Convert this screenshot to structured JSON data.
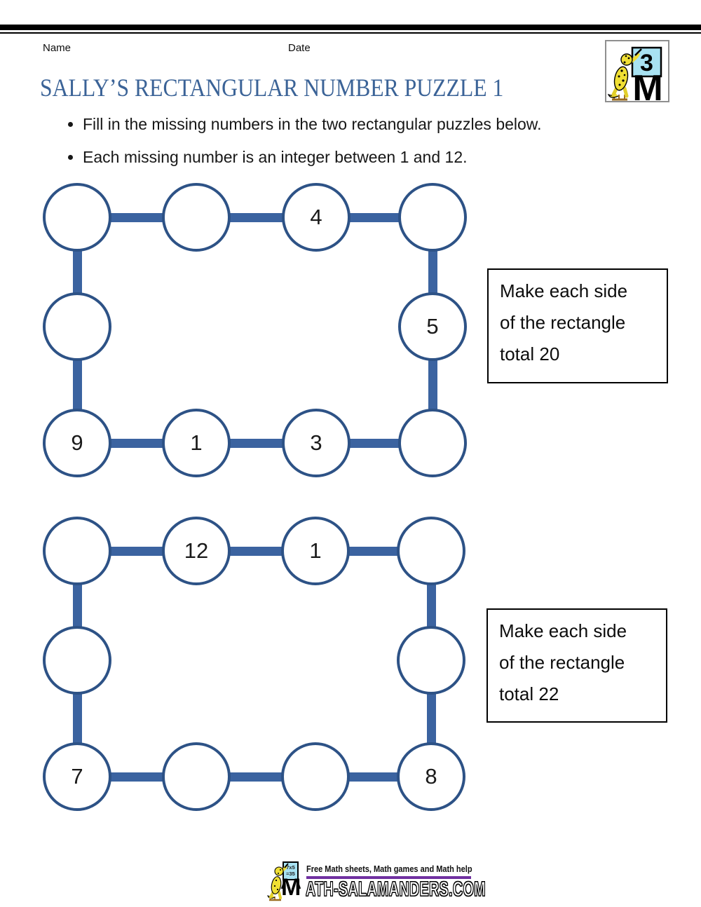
{
  "header": {
    "name_label": "Name",
    "date_label": "Date"
  },
  "title": "SALLY’S RECTANGULAR NUMBER PUZZLE 1",
  "instructions": [
    "Fill in the missing numbers in the two rectangular puzzles below.",
    "Each missing number is an integer between 1 and 12."
  ],
  "grade_badge": {
    "number": "3",
    "letter": "M"
  },
  "puzzles": [
    {
      "circles": [
        "",
        "",
        "4",
        "",
        "",
        "5",
        "9",
        "1",
        "3",
        ""
      ],
      "note_lines": [
        "Make each side",
        "of the rectangle",
        "total 20"
      ]
    },
    {
      "circles": [
        "",
        "12",
        "1",
        "",
        "",
        "",
        "7",
        "",
        "",
        "8"
      ],
      "note_lines": [
        "Make each side",
        "of the rectangle",
        "total 22"
      ]
    }
  ],
  "footer": {
    "tagline": "Free Math sheets, Math games and Math help",
    "board_line1": "7x5",
    "board_line2": "=35",
    "site_m": "M",
    "site_rest": "ATH-SALAMANDERS.COM"
  },
  "colors": {
    "circle_stroke_blue": "#2d5286",
    "connector_blue": "#3b63a0",
    "title_blue": "#3b6397",
    "purple_rule": "#7030a0",
    "sign_light_blue": "#a8e2f2",
    "salamander_yellow": "#f0df34"
  }
}
